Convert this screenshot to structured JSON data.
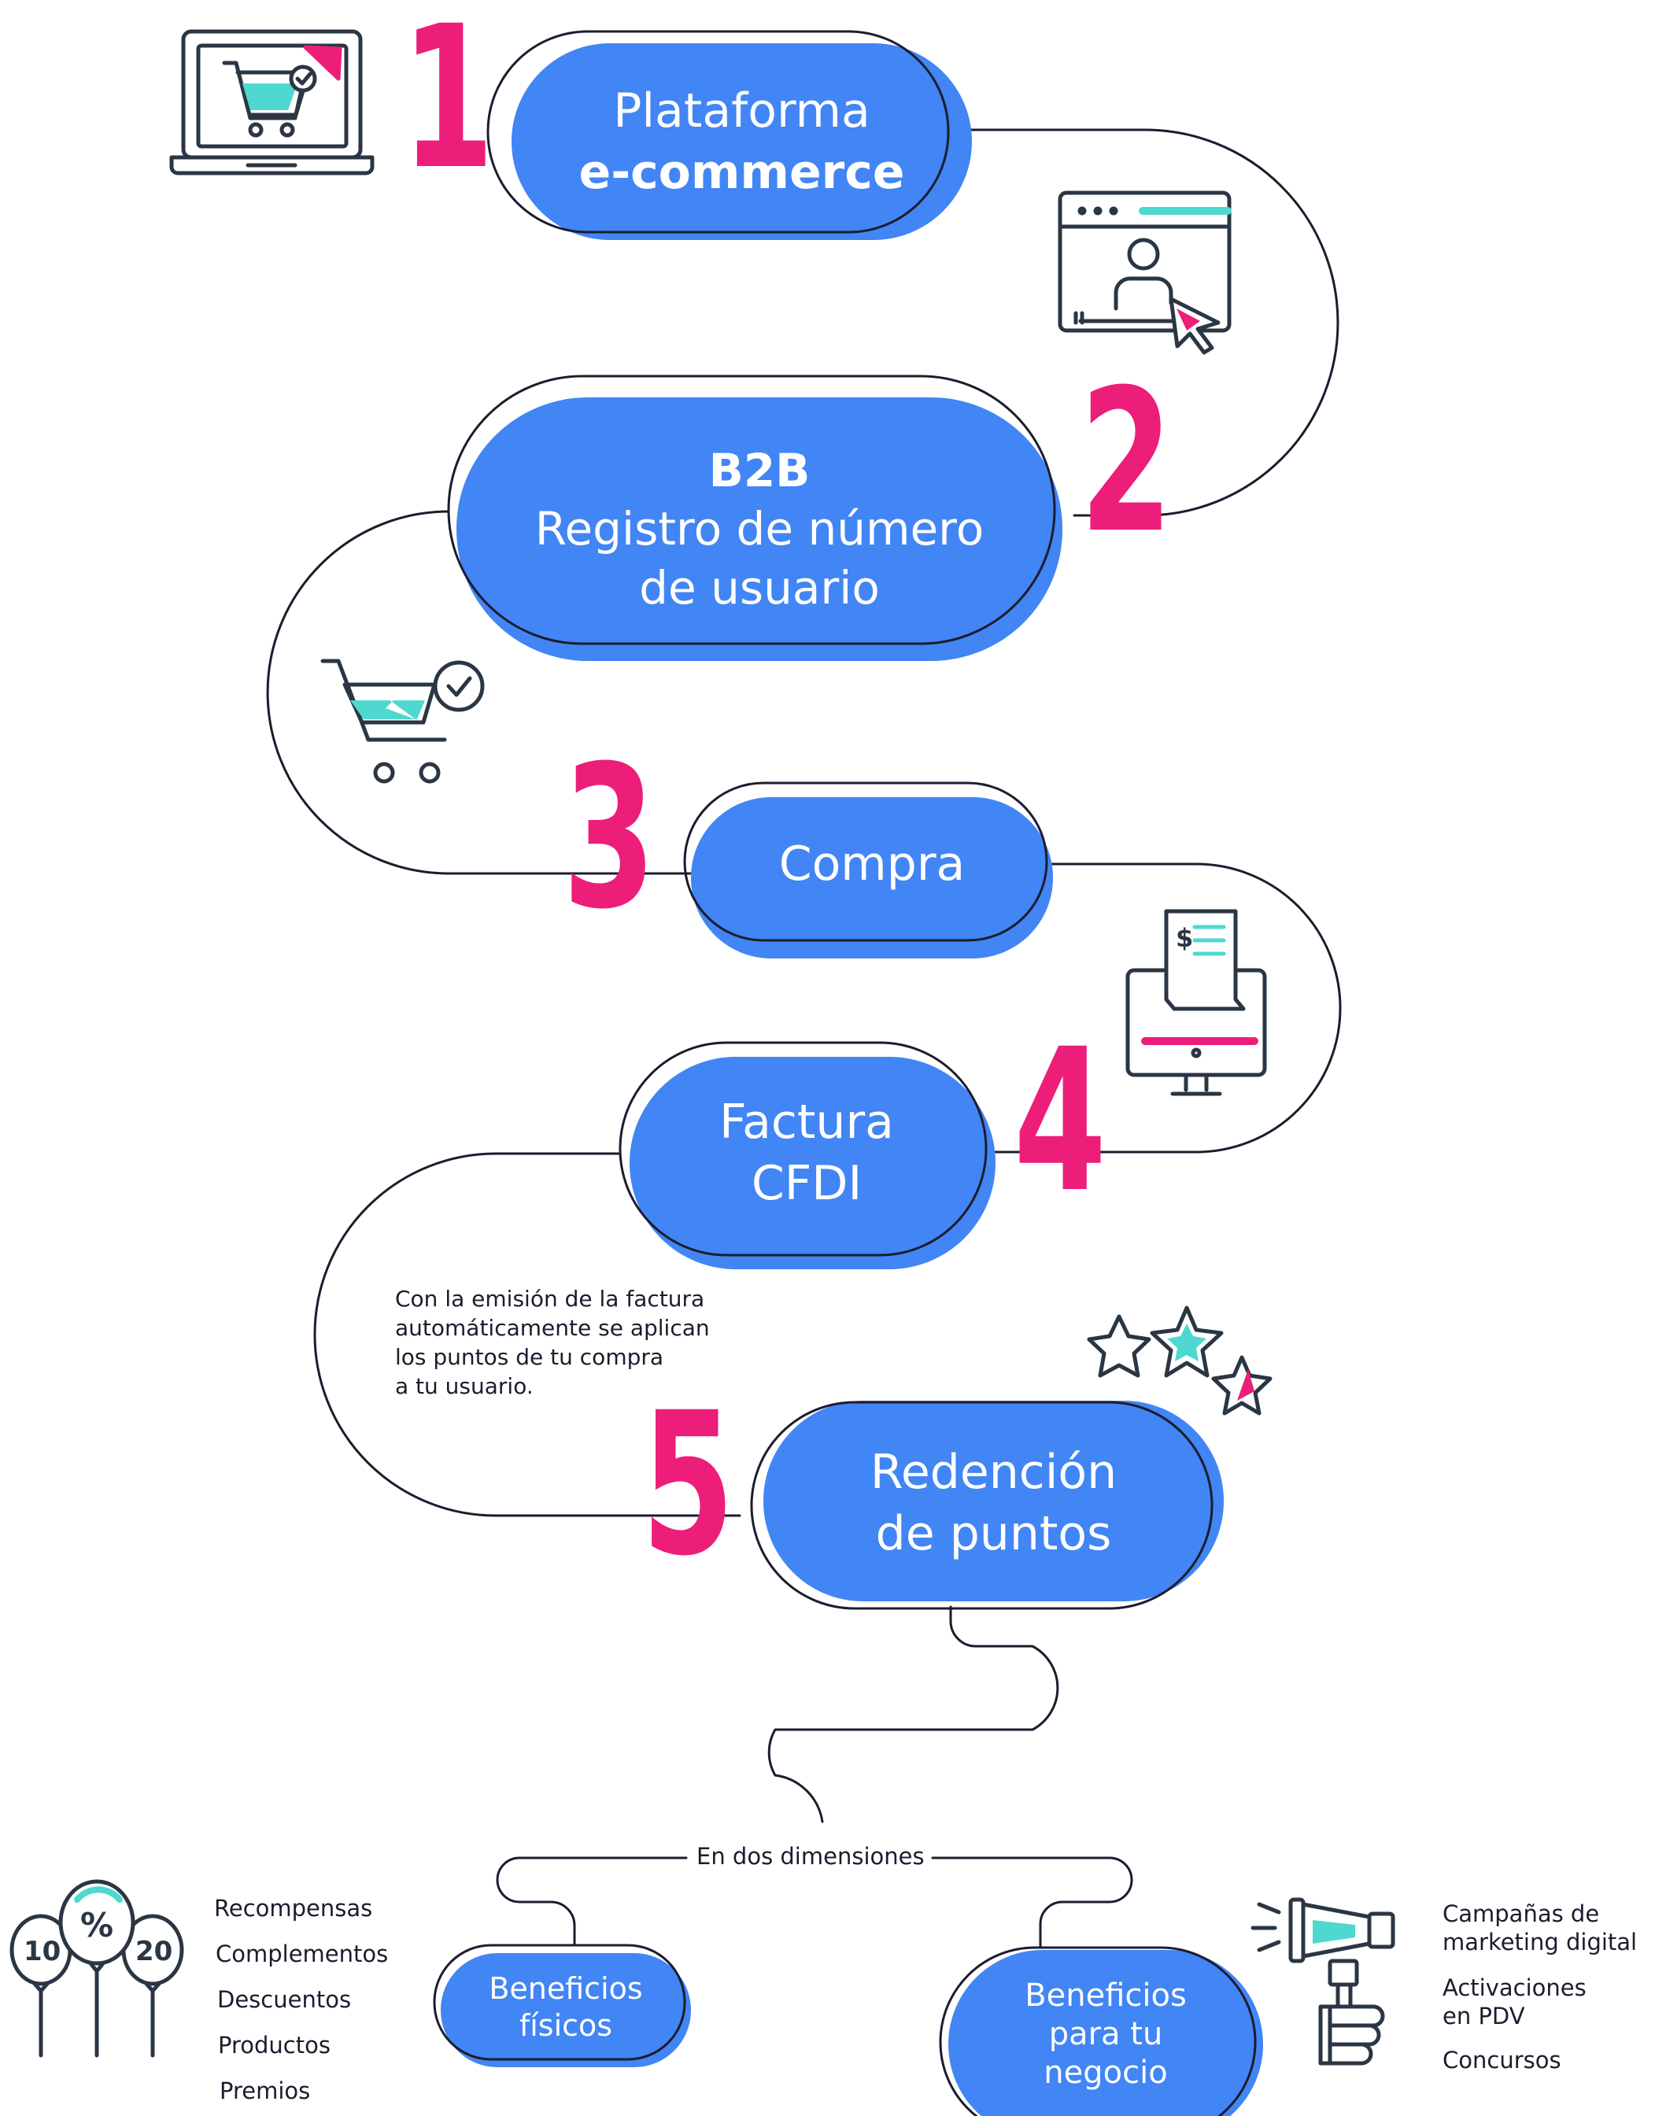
{
  "colors": {
    "pill": "#4285f4",
    "number": "#ec1e79",
    "line": "#1c1c2e",
    "accent_teal": "#4fd8cf",
    "accent_pink": "#ec1e79"
  },
  "steps": [
    {
      "number": "1",
      "lines": [
        "Plataforma",
        "e-commerce"
      ],
      "icon": "laptop-cart-icon"
    },
    {
      "number": "2",
      "lines": [
        "B2B",
        "Registro de número",
        "de usuario"
      ],
      "icon": "user-registration-icon"
    },
    {
      "number": "3",
      "lines": [
        "Compra"
      ],
      "icon": "shopping-cart-check-icon"
    },
    {
      "number": "4",
      "lines": [
        "Factura",
        "CFDI"
      ],
      "icon": "invoice-monitor-icon"
    },
    {
      "number": "5",
      "lines": [
        "Redención",
        "de puntos"
      ],
      "icon": "stars-icon"
    }
  ],
  "note": {
    "lines": [
      "Con la emisión de la factura",
      "automáticamente se aplican",
      "los puntos de tu compra",
      "a tu usuario."
    ]
  },
  "dimensions": {
    "label": "En dos dimensiones",
    "physical": {
      "lines": [
        "Beneficios",
        "físicos"
      ],
      "icon": "discount-balloons-icon",
      "balloons": [
        "10",
        "%",
        "20"
      ],
      "items": [
        "Recompensas",
        "Complementos",
        "Descuentos",
        "Productos",
        "Premios"
      ]
    },
    "business": {
      "lines": [
        "Beneficios",
        "para tu",
        "negocio"
      ],
      "icon": "megaphone-icon",
      "items": [
        [
          "Campañas de",
          "marketing digital"
        ],
        [
          "Activaciones",
          "en PDV"
        ],
        [
          "Concursos"
        ]
      ]
    }
  }
}
